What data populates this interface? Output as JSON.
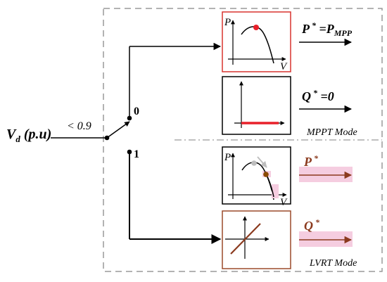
{
  "input": {
    "label_main": "V",
    "label_sub": "d",
    "label_unit": " (p.u)",
    "threshold": "< 0.9"
  },
  "switch": {
    "pos0": "0",
    "pos1": "1"
  },
  "mppt": {
    "pv_axis_p": "P",
    "pv_axis_v": "V",
    "p_ref_main": "P",
    "p_ref_star": " *",
    "p_ref_eq": " =P",
    "p_ref_sub": "MPP",
    "q_ref_main": "Q",
    "q_ref_star": " *",
    "q_ref_eq": " =0",
    "mode_label": "MPPT Mode"
  },
  "lvrt": {
    "pv_axis_p": "P",
    "pv_axis_v": "V",
    "p_ref_main": "P",
    "p_ref_star": " *",
    "q_ref_main": "Q",
    "q_ref_star": " *",
    "mode_label": "LVRT Mode"
  },
  "colors": {
    "red": "#e8202a",
    "brown": "#8b3a1e",
    "pv_box_border_red": "#d9332f",
    "pv_box_border_brown": "#9b4a2a",
    "dashed": "#9a9a9a",
    "highlight": "#f5cde0",
    "gray_point": "#bdbdbd",
    "brown_point": "#8a4a00"
  }
}
